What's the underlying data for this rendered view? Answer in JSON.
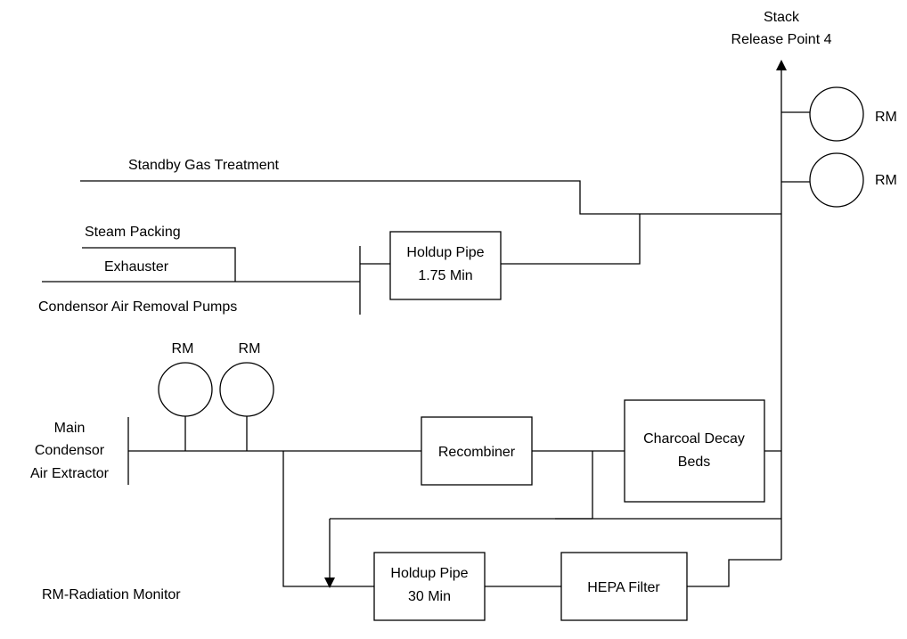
{
  "labels": {
    "stack_line1": "Stack",
    "stack_line2": "Release Point 4",
    "standby_gas": "Standby Gas Treatment",
    "steam_packing": "Steam Packing",
    "exhauster": "Exhauster",
    "condensor_air_removal": "Condensor Air Removal Pumps",
    "main_condensor_1": "Main",
    "main_condensor_2": "Condensor",
    "main_condensor_3": "Air Extractor",
    "legend": "RM-Radiation Monitor"
  },
  "boxes": {
    "holdup_175_line1": "Holdup Pipe",
    "holdup_175_line2": "1.75 Min",
    "recombiner": "Recombiner",
    "charcoal_line1": "Charcoal Decay",
    "charcoal_line2": "Beds",
    "holdup_30_line1": "Holdup Pipe",
    "holdup_30_line2": "30 Min",
    "hepa": "HEPA Filter"
  },
  "monitors": {
    "stack_rm_1": "RM",
    "stack_rm_2": "RM",
    "main_rm_1": "RM",
    "main_rm_2": "RM"
  }
}
